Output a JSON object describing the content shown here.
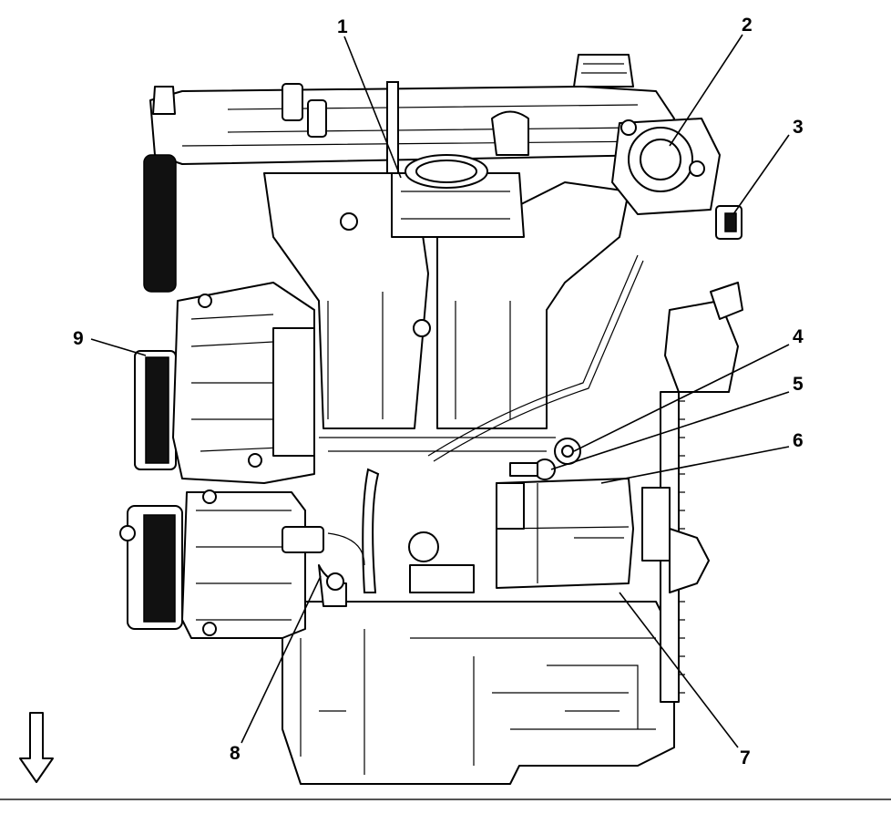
{
  "diagram": {
    "callouts": [
      {
        "id": "1",
        "label": "1"
      },
      {
        "id": "2",
        "label": "2"
      },
      {
        "id": "3",
        "label": "3"
      },
      {
        "id": "4",
        "label": "4"
      },
      {
        "id": "5",
        "label": "5"
      },
      {
        "id": "6",
        "label": "6"
      },
      {
        "id": "7",
        "label": "7"
      },
      {
        "id": "8",
        "label": "8"
      },
      {
        "id": "9",
        "label": "9"
      }
    ],
    "orientation_arrow": "down-arrow-icon"
  }
}
